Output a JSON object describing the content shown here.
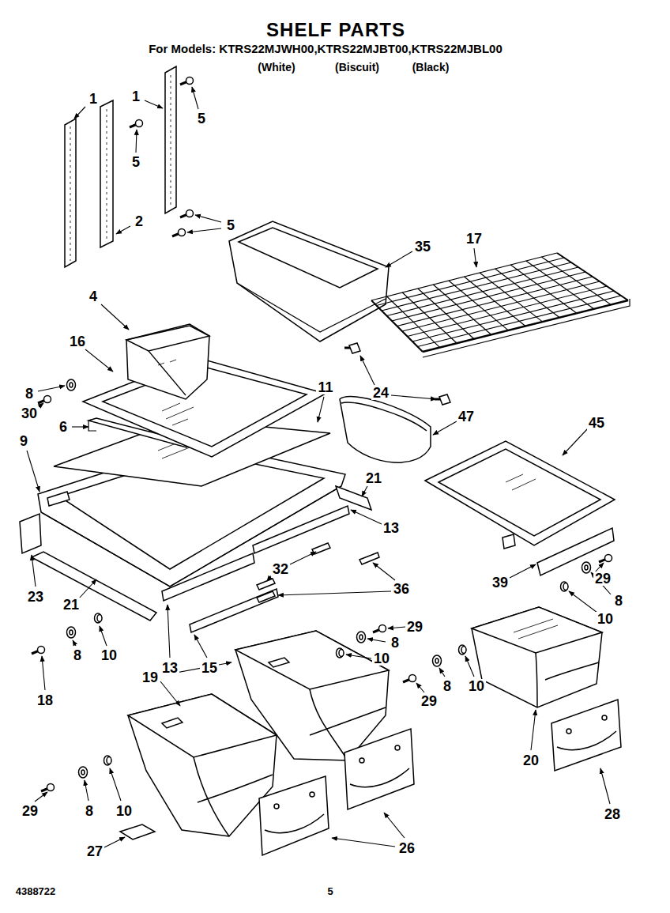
{
  "diagram": {
    "title": "SHELF PARTS",
    "labels": [
      "For Models: KTRS22MJWH00,KTRS22MJBT00,KTRS22MJBL00",
      "(White)",
      "(Biscuit)",
      "(Black)",
      "1",
      "1",
      "5",
      "5",
      "5",
      "2",
      "35",
      "17",
      "4",
      "16",
      "8",
      "30",
      "9",
      "6",
      "11",
      "24",
      "47",
      "45",
      "21",
      "13",
      "23",
      "21",
      "32",
      "36",
      "39",
      "29",
      "8",
      "10",
      "13",
      "15",
      "10",
      "8",
      "18",
      "29",
      "8",
      "10",
      "19",
      "29",
      "8",
      "10",
      "20",
      "28",
      "29",
      "8",
      "10",
      "27",
      "26",
      "4388722",
      "5"
    ]
  }
}
